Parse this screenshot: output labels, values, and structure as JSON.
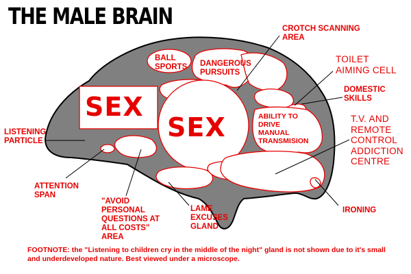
{
  "title": "THE MALE BRAIN",
  "regions": {
    "sex_left": "SEX",
    "sex_center": "SEX",
    "ball_sports": "BALL\nSPORTS",
    "dangerous_pursuits": "DANGEROUS\nPURSUITS",
    "manual_transmission": "ABILITY TO\nDRIVE\nMANUAL\nTRANSMISION"
  },
  "callouts": {
    "crotch_scanning": "CROTCH SCANNING\nAREA",
    "toilet_aiming": "TOILET\nAIMING CELL",
    "domestic_skills": "DOMESTIC\nSKILLS",
    "tv_remote": "T.V. AND\nREMOTE\nCONTROL\nADDICTION\nCENTRE",
    "listening_particle": "LISTENING\nPARTICLE",
    "attention_span": "ATTENTION\nSPAN",
    "avoid_personal": "\"AVOID\nPERSONAL\nQUESTIONS AT\nALL COSTS\"\nAREA",
    "lame_excuses": "LAME\nEXCUSES\nGLAND",
    "ironing": "IRONING"
  },
  "footnote": {
    "label": "FOOTNOTE:",
    "text": " the \"Listening to children cry in the middle of the night\" gland is not shown due to it's small and underdeveloped nature.  Best viewed under a microscope."
  },
  "colors": {
    "brain_fill": "#808080",
    "outline": "#000000",
    "region_border": "#e60000",
    "label_red": "#e60000",
    "title_black": "#000000"
  }
}
